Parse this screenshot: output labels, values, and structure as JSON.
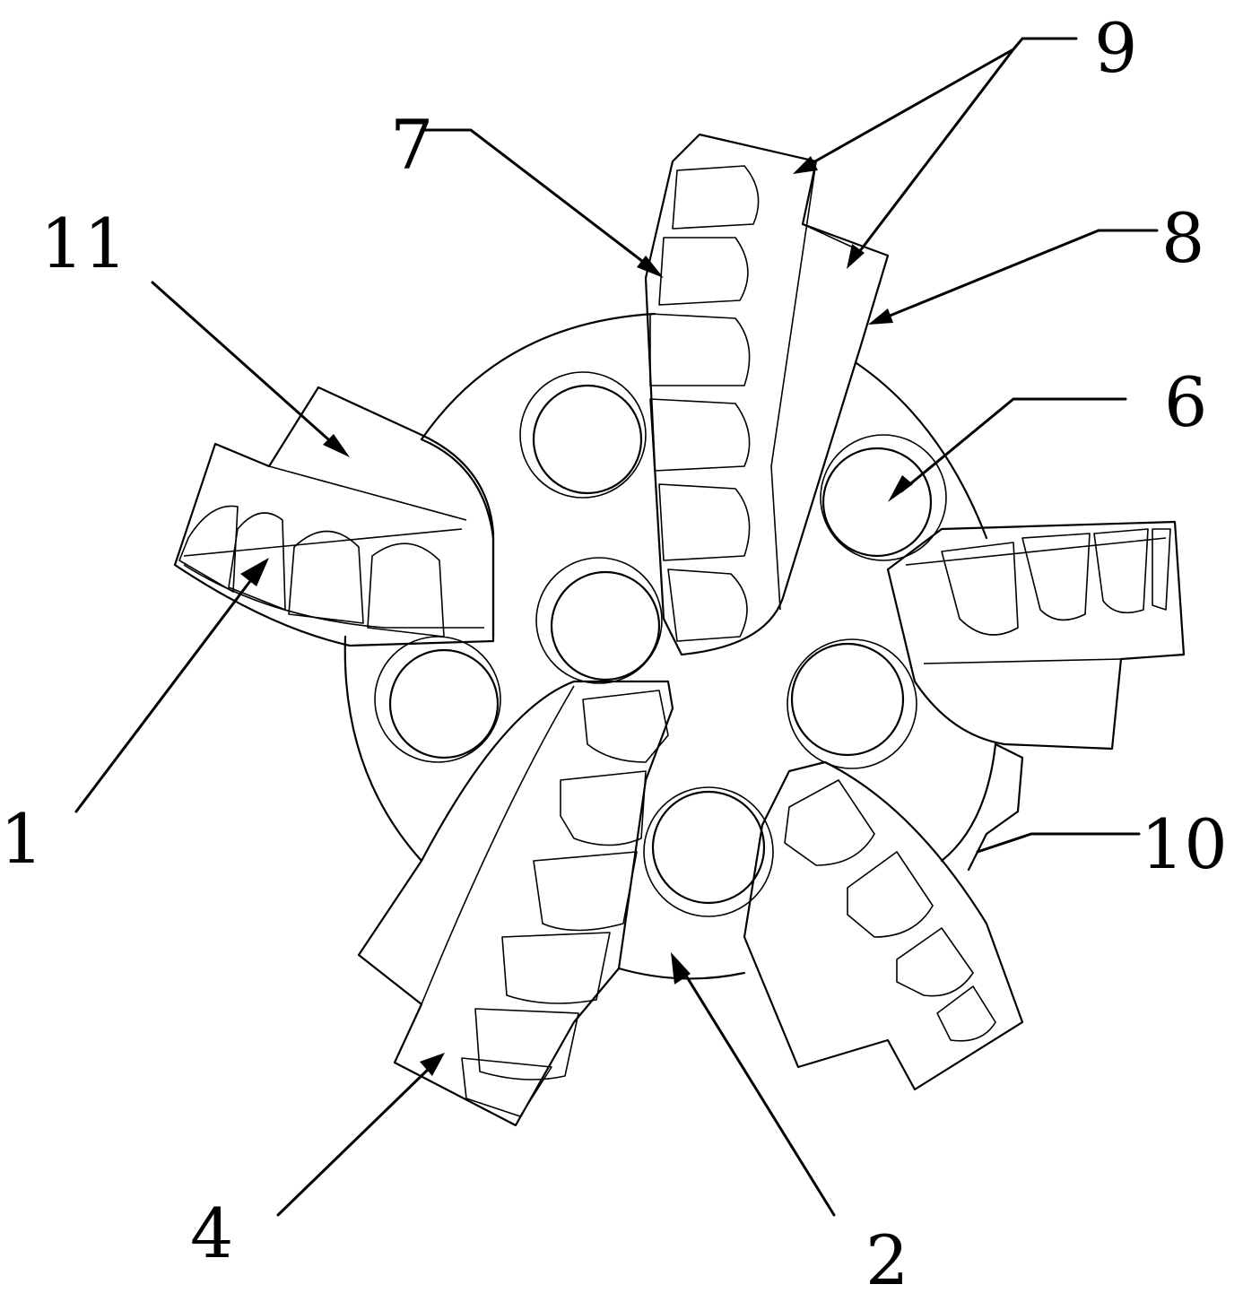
{
  "figure": {
    "callouts": [
      {
        "id": "c1",
        "text": "1"
      },
      {
        "id": "c2",
        "text": "2"
      },
      {
        "id": "c4",
        "text": "4"
      },
      {
        "id": "c6",
        "text": "6"
      },
      {
        "id": "c7",
        "text": "7"
      },
      {
        "id": "c8",
        "text": "8"
      },
      {
        "id": "c9",
        "text": "9"
      },
      {
        "id": "c10",
        "text": "10"
      },
      {
        "id": "c11",
        "text": "11"
      }
    ]
  }
}
